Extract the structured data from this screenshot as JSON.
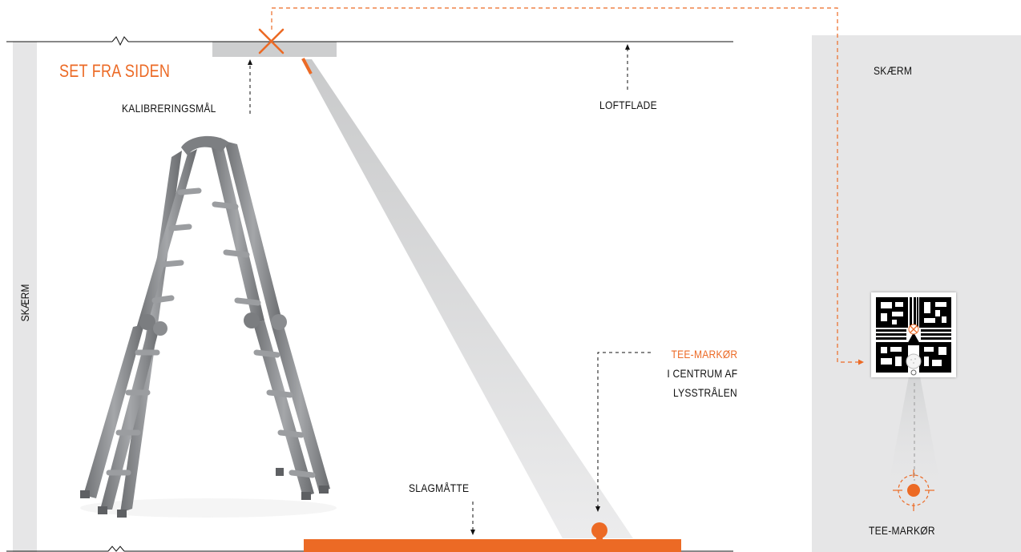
{
  "title": "SET FRA SIDEN",
  "labels": {
    "calibration_target": "KALIBRERINGSMÅL",
    "ceiling_surface": "LOFTFLADE",
    "screen_left": "SKÆRM",
    "screen_right": "SKÆRM",
    "hitting_mat": "SLAGMÅTTE",
    "tee_marker_title": "TEE-MARKØR",
    "tee_marker_line1": "I CENTRUM AF",
    "tee_marker_line2": "LYSSTRÅLEN",
    "tee_marker_right": "TEE-MARKØR"
  },
  "colors": {
    "accent": "#ec6a25",
    "screen_gray": "#e6e6e7",
    "beam_gray": "#d5d5d6",
    "ladder_gray": "#8d8f92",
    "line": "#111111"
  },
  "icons": {
    "calibration_marker": "x-cross-icon",
    "tee_marker": "orange-dot-icon",
    "aruco_target": "aruco-grid-icon"
  }
}
